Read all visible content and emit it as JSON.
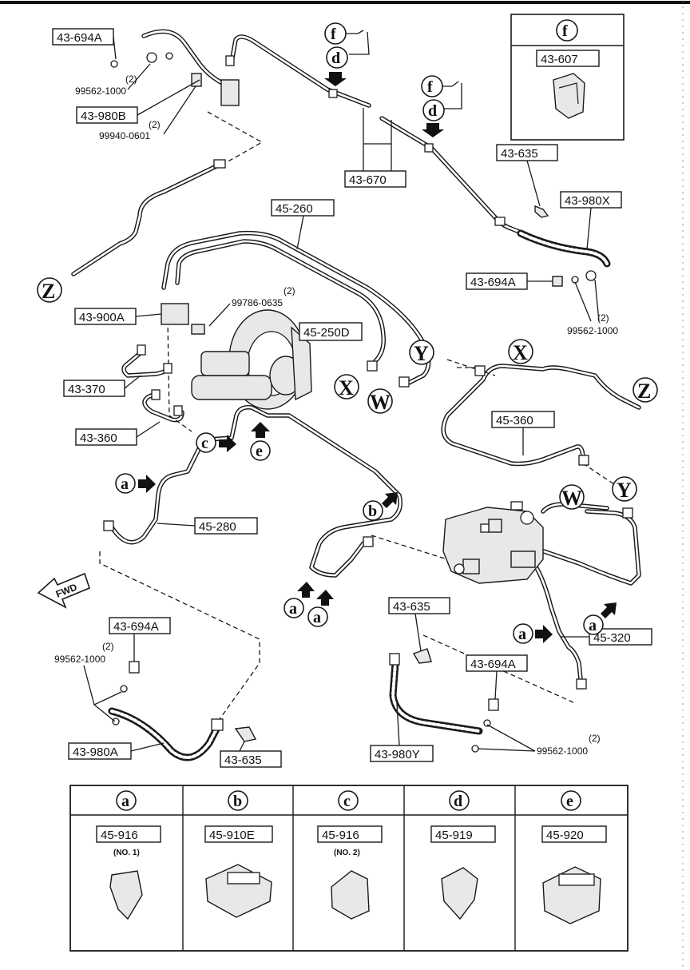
{
  "parts": {
    "p_43694A_top": "43-694A",
    "p_43980B": "43-980B",
    "p_43670": "43-670",
    "p_43635_right": "43-635",
    "p_43980X": "43-980X",
    "p_43694A_right": "43-694A",
    "p_45260": "45-260",
    "p_43900A": "43-900A",
    "p_45250D": "45-250D",
    "p_43370": "43-370",
    "p_43360": "43-360",
    "p_45360": "45-360",
    "p_45280": "45-280",
    "p_43694A_left": "43-694A",
    "p_43980A": "43-980A",
    "p_43635_left": "43-635",
    "p_43635_mid": "43-635",
    "p_43694A_mid": "43-694A",
    "p_43980Y": "43-980Y",
    "p_45320": "45-320",
    "p_43607": "43-607"
  },
  "notes": {
    "n_99562_top": "99562-1000",
    "n_99940": "99940-0601",
    "n_99786": "99786-0635",
    "n_99562_right": "99562-1000",
    "n_99562_left": "99562-1000",
    "n_99562_bottom": "99562-1000",
    "qty2": "(2)"
  },
  "refs": {
    "f": "f",
    "d": "d",
    "e": "e",
    "c": "c",
    "b": "b",
    "a": "a",
    "X": "X",
    "Y": "Y",
    "Z": "Z",
    "W": "W"
  },
  "fwd": "FWD",
  "legend": {
    "headers": [
      "a",
      "b",
      "c",
      "d",
      "e"
    ],
    "parts": [
      "45-916",
      "45-910E",
      "45-916",
      "45-919",
      "45-920"
    ],
    "subnotes": [
      "(NO. 1)",
      "",
      "(NO. 2)",
      "",
      ""
    ]
  },
  "inset_f": {
    "header": "f",
    "part": "43-607"
  }
}
